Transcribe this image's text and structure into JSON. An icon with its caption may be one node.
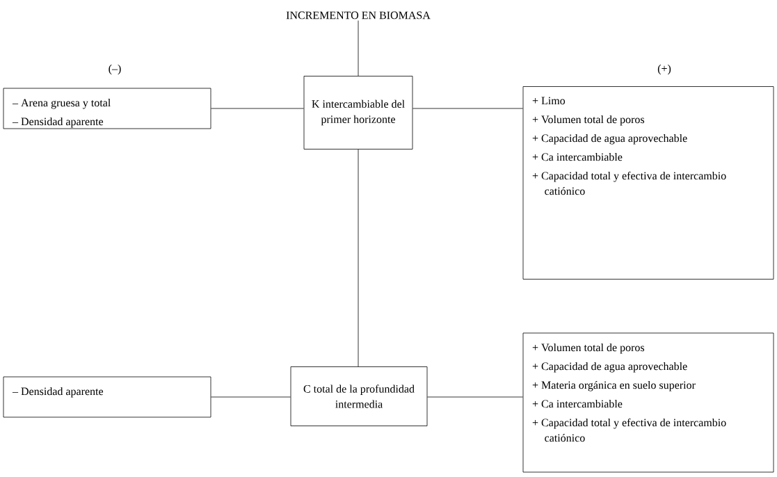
{
  "diagram": {
    "nodes": [
      {
        "text": [
          "INCREMENTO EN BIOMASA"
        ]
      },
      {
        "text": [
          "– Arena gruesa y total",
          "– Densidad aparente"
        ]
      },
      {
        "text": [
          "K intercambiable del primer horizonte"
        ]
      },
      {
        "text": [
          "+ Limo",
          "+ Volumen total de poros",
          "+ Capacidad de agua aprovechable",
          "+ Ca intercambiable",
          "+ Capacidad total y efectiva de intercambio catiónico"
        ]
      },
      {
        "text": [
          "– Densidad aparente"
        ]
      },
      {
        "text": [
          "C total de la profundidad intermedia"
        ]
      },
      {
        "text": [
          "+ Volumen total de poros",
          "+ Capacidad de agua aprovechable",
          "+ Materia orgánica en suelo superior",
          "+ Ca intercambiable",
          "+ Capacidad total y efectiva de intercambio catiónico"
        ]
      }
    ],
    "edges": [
      {
        "from": 0,
        "to": 2,
        "arrow": "none"
      },
      {
        "from": 1,
        "to": 2,
        "arrow": "none"
      },
      {
        "from": 2,
        "to": 3,
        "arrow": "none"
      },
      {
        "from": 2,
        "to": 5,
        "arrow": "none"
      },
      {
        "from": 4,
        "to": 5,
        "arrow": "none"
      },
      {
        "from": 5,
        "to": 6,
        "arrow": "none"
      }
    ],
    "labels": [
      "(–)",
      "(+)"
    ]
  }
}
